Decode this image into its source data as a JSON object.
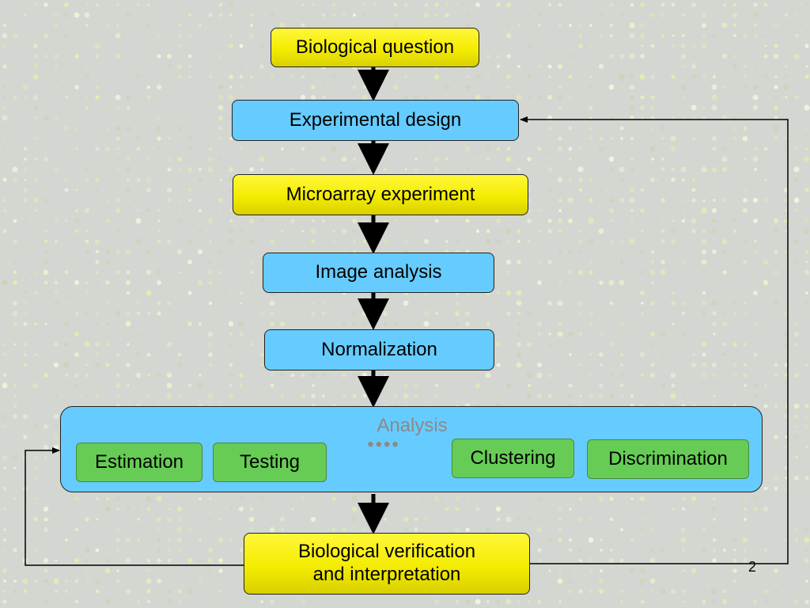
{
  "diagram": {
    "nodes": {
      "biological_question": "Biological question",
      "experimental_design": "Experimental design",
      "microarray_experiment": "Microarray experiment",
      "image_analysis": "Image analysis",
      "normalization": "Normalization",
      "analysis": "Analysis",
      "analysis_ellipsis": "••••",
      "estimation": "Estimation",
      "testing": "Testing",
      "clustering": "Clustering",
      "discrimination": "Discrimination",
      "verification_line1": "Biological verification",
      "verification_line2": "and interpretation"
    },
    "edges": [
      {
        "from": "biological_question",
        "to": "experimental_design"
      },
      {
        "from": "experimental_design",
        "to": "microarray_experiment"
      },
      {
        "from": "microarray_experiment",
        "to": "image_analysis"
      },
      {
        "from": "image_analysis",
        "to": "normalization"
      },
      {
        "from": "normalization",
        "to": "analysis"
      },
      {
        "from": "analysis",
        "to": "biological_verification"
      },
      {
        "from": "biological_verification",
        "to": "experimental_design"
      },
      {
        "from": "biological_verification",
        "to": "analysis"
      }
    ],
    "colors": {
      "yellow_box": "#f4ec00",
      "blue_box": "#66ccff",
      "green_box": "#66cc55",
      "background": "#d3d6d1",
      "muted_text": "#8a8a8a"
    }
  },
  "slide_number": "2"
}
